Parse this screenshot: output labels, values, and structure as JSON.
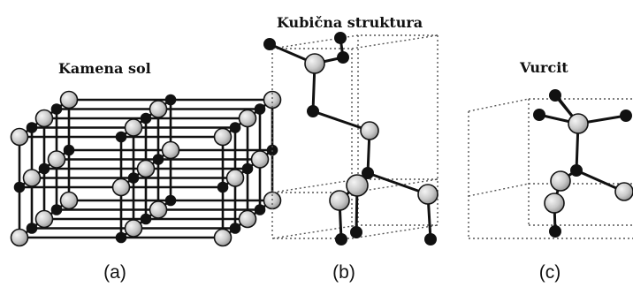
{
  "panels": [
    {
      "id": "a",
      "title": "Kamena sol",
      "label": "(a)"
    },
    {
      "id": "b",
      "title": "Kubična struktura",
      "label": "(b)"
    },
    {
      "id": "c",
      "title": "Vurcit",
      "label": "(c)"
    }
  ],
  "colors": {
    "bond": "#111111",
    "small_atom": "#111111",
    "large_atom_fill": "#c8c8c8",
    "large_atom_highlight": "#f2f2f2",
    "cell_outline": "#555555"
  }
}
